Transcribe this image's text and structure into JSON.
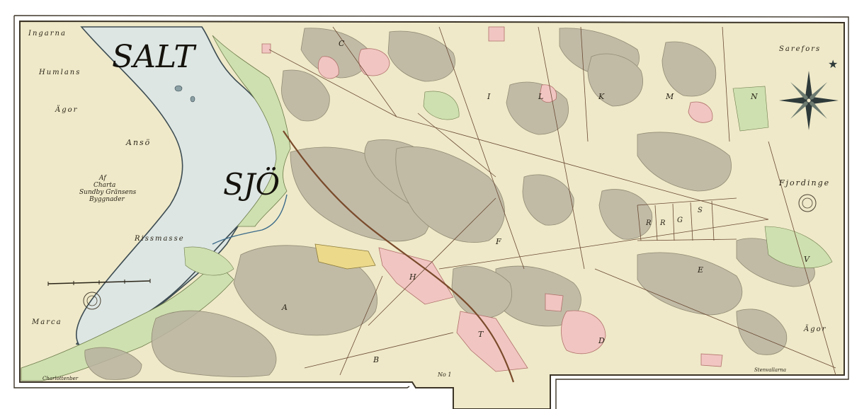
{
  "labels": {
    "title_word_1": "SALT",
    "title_word_2": "SJÖ",
    "cartouche_line_1": "Af",
    "cartouche_line_2": "Charta",
    "cartouche_line_3": "Sundby Gränsens",
    "cartouche_line_4": "Byggnader",
    "neighbour_tl": "Ingarna",
    "neighbour_humlans": "Humlans",
    "neighbour_agor_left": "Ägor",
    "neighbour_anso": "Ansö",
    "neighbour_rissmasse": "Rissmasse",
    "neighbour_marca": "Marca",
    "neighbour_tr": "Sarefors",
    "neighbour_fjordinge": "Fjordinge",
    "neighbour_agor_right": "Ägor",
    "plot_A": "A",
    "plot_B": "B",
    "plot_C": "C",
    "plot_D": "D",
    "plot_E": "E",
    "plot_F": "F",
    "plot_H": "H",
    "plot_I": "I",
    "plot_K": "K",
    "plot_L": "L",
    "plot_M": "M",
    "plot_N": "N",
    "plot_R1": "R",
    "plot_R2": "R",
    "plot_G": "G",
    "plot_S": "S",
    "plot_T": "T",
    "plot_V": "V",
    "footer_left": "Charlottenber",
    "footer_mid": "No 1",
    "footer_right": "Stenvallarna"
  },
  "icons": {
    "compass": "compass-rose-icon",
    "north": "north-star-icon",
    "scale": "scale-bar-icon",
    "seal": "seal-icon"
  },
  "colors": {
    "paper": "#efe9c9",
    "water": "#dde6e3",
    "rock": "#b9b3a0",
    "farmland_pink": "#f1c6c2",
    "meadow_green": "#cfe0b0",
    "yellow_field": "#ecd98a",
    "ink": "#2a2418",
    "border": "#3b3326"
  }
}
